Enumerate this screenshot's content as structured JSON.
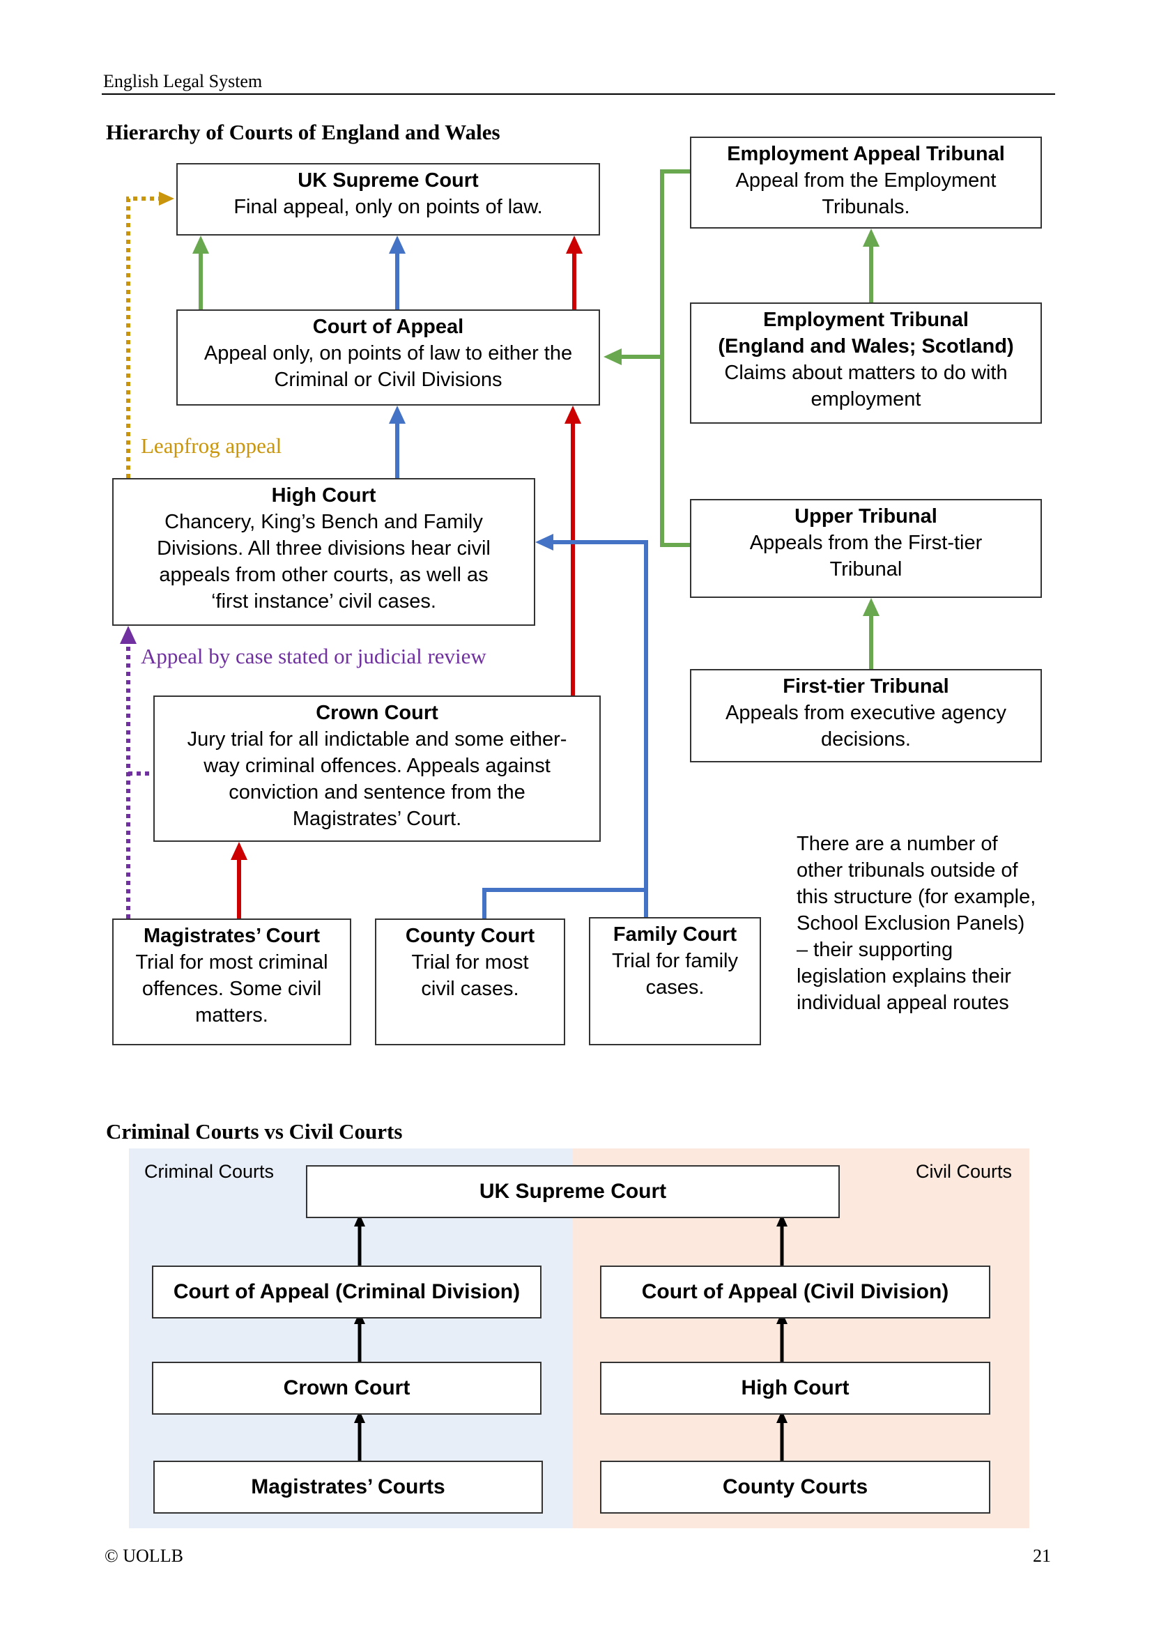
{
  "header": {
    "title": "English Legal System"
  },
  "section1": {
    "heading": "Hierarchy of Courts of England and Wales",
    "courts": {
      "supreme": {
        "title": "UK Supreme Court",
        "desc": [
          "Final appeal, only on points of law."
        ]
      },
      "appeal": {
        "title": "Court of Appeal",
        "desc": [
          "Appeal only, on points of law to either the",
          "Criminal or Civil Divisions"
        ]
      },
      "high": {
        "title": "High Court",
        "desc": [
          "Chancery, King’s Bench and Family",
          "Divisions. All three divisions hear civil",
          "appeals from other courts, as well as",
          "‘first instance’ civil cases."
        ]
      },
      "crown": {
        "title": "Crown Court",
        "desc": [
          "Jury trial for all indictable and some either-",
          "way criminal offences. Appeals against",
          "conviction and sentence from the",
          "Magistrates’ Court."
        ]
      },
      "magistrates": {
        "title": "Magistrates’ Court",
        "desc": [
          "Trial for most criminal",
          "offences. Some civil",
          "matters."
        ]
      },
      "county": {
        "title": "County Court",
        "desc": [
          "Trial for most",
          "civil cases."
        ]
      },
      "family": {
        "title": "Family Court",
        "desc": [
          "Trial for family",
          "cases."
        ]
      },
      "eat": {
        "title": "Employment Appeal Tribunal",
        "desc": [
          "Appeal from the Employment",
          "Tribunals."
        ]
      },
      "et": {
        "title": "Employment Tribunal",
        "title2": "(England and Wales; Scotland)",
        "desc": [
          "Claims about matters to do with",
          "employment"
        ]
      },
      "upper": {
        "title": "Upper Tribunal",
        "desc": [
          "Appeals from the First-tier",
          "Tribunal"
        ]
      },
      "first": {
        "title": "First-tier Tribunal",
        "desc": [
          "Appeals from executive agency",
          "decisions."
        ]
      }
    },
    "labels": {
      "leapfrog": "Leapfrog appeal",
      "case_stated": "Appeal by case stated or judicial review"
    },
    "note": "There are a number of other tribunals outside of this structure (for example, School Exclusion Panels) – their supporting legislation explains their individual appeal routes",
    "colors": {
      "green": "#6aa84f",
      "blue": "#4472c4",
      "red": "#cc0000",
      "gold": "#c9950c",
      "purple": "#7030a0"
    }
  },
  "section2": {
    "heading": "Criminal Courts vs Civil Courts",
    "criminal_label": "Criminal Courts",
    "civil_label": "Civil Courts",
    "supreme": "UK Supreme Court",
    "criminal": [
      "Court of Appeal (Criminal Division)",
      "Crown Court",
      "Magistrates’ Courts"
    ],
    "civil": [
      "Court of Appeal (Civil Division)",
      "High Court",
      "County Courts"
    ]
  },
  "footer": {
    "copyright": "© UOLLB",
    "page": "21"
  }
}
